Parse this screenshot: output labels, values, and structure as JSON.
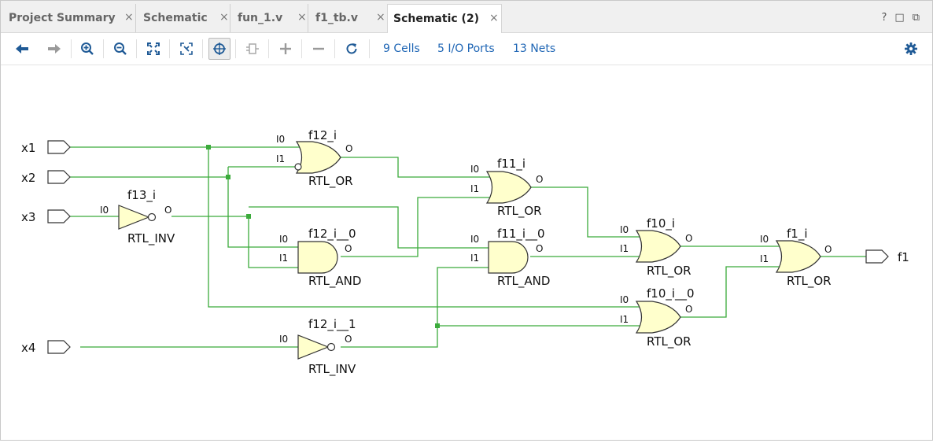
{
  "tabs": [
    {
      "label": "Project Summary",
      "close": "×"
    },
    {
      "label": "Schematic",
      "close": "×"
    },
    {
      "label": "fun_1.v",
      "close": "×"
    },
    {
      "label": "f1_tb.v",
      "close": "×"
    },
    {
      "label": "Schematic (2)",
      "close": "×",
      "active": true
    }
  ],
  "window_buttons": {
    "help": "?",
    "maximize": "□",
    "float": "⧉"
  },
  "toolbar": {
    "icons": [
      "back-arrow-icon",
      "forward-arrow-icon",
      "zoom-in-icon",
      "zoom-out-icon",
      "zoom-fit-icon",
      "auto-fit-selection-icon",
      "select-tool-icon",
      "unplace-icon",
      "expand-icon",
      "collapse-icon",
      "refresh-icon",
      "settings-gear-icon"
    ],
    "cells": "9 Cells",
    "ports": "5 I/O Ports",
    "nets": "13 Nets"
  },
  "schematic": {
    "ports": {
      "x1": "x1",
      "x2": "x2",
      "x3": "x3",
      "x4": "x4",
      "f1": "f1"
    },
    "pin": {
      "i0": "I0",
      "i1": "I1",
      "o": "O"
    },
    "gates": {
      "f12_i": {
        "name": "f12_i",
        "type": "RTL_OR"
      },
      "f11_i": {
        "name": "f11_i",
        "type": "RTL_OR"
      },
      "f13_i": {
        "name": "f13_i",
        "type": "RTL_INV"
      },
      "f12_i__0": {
        "name": "f12_i__0",
        "type": "RTL_AND"
      },
      "f11_i__0": {
        "name": "f11_i__0",
        "type": "RTL_AND"
      },
      "f10_i": {
        "name": "f10_i",
        "type": "RTL_OR"
      },
      "f1_i": {
        "name": "f1_i",
        "type": "RTL_OR"
      },
      "f10_i__0": {
        "name": "f10_i__0",
        "type": "RTL_OR"
      },
      "f12_i__1": {
        "name": "f12_i__1",
        "type": "RTL_INV"
      }
    },
    "colors": {
      "wire": "#3bab3b",
      "gate_fill": "#ffffcc",
      "gate_stroke": "#333333"
    }
  }
}
